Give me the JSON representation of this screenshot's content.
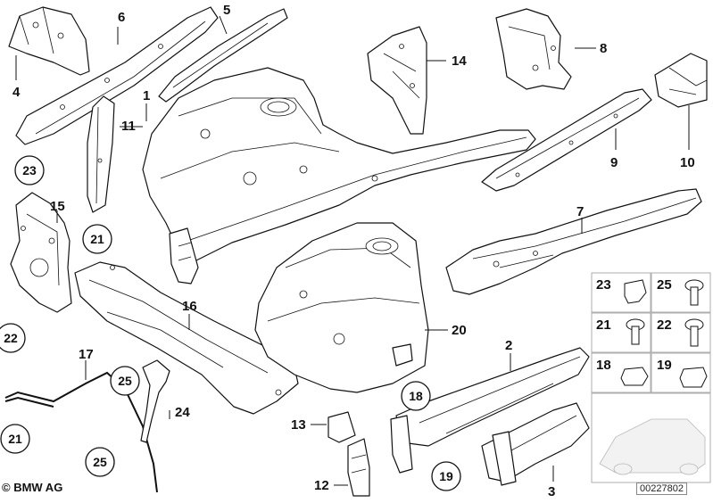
{
  "diagram": {
    "labels": {
      "p1": "1",
      "p2": "2",
      "p3": "3",
      "p4": "4",
      "p5": "5",
      "p6": "6",
      "p7": "7",
      "p8": "8",
      "p9": "9",
      "p10": "10",
      "p11": "11",
      "p12": "12",
      "p13": "13",
      "p14": "14",
      "p15": "15",
      "p16": "16",
      "p17": "17",
      "p20": "20",
      "p24": "24"
    },
    "callouts": {
      "c23": "23",
      "c21a": "21",
      "c22": "22",
      "c25a": "25",
      "c21b": "21",
      "c25b": "25",
      "c18": "18",
      "c19": "19"
    },
    "hardware_grid": {
      "g23": "23",
      "g25": "25",
      "g21": "21",
      "g22": "22",
      "g18": "18",
      "g19": "19"
    }
  },
  "footer": {
    "brand": "© BMW AG",
    "code": "00227802"
  }
}
